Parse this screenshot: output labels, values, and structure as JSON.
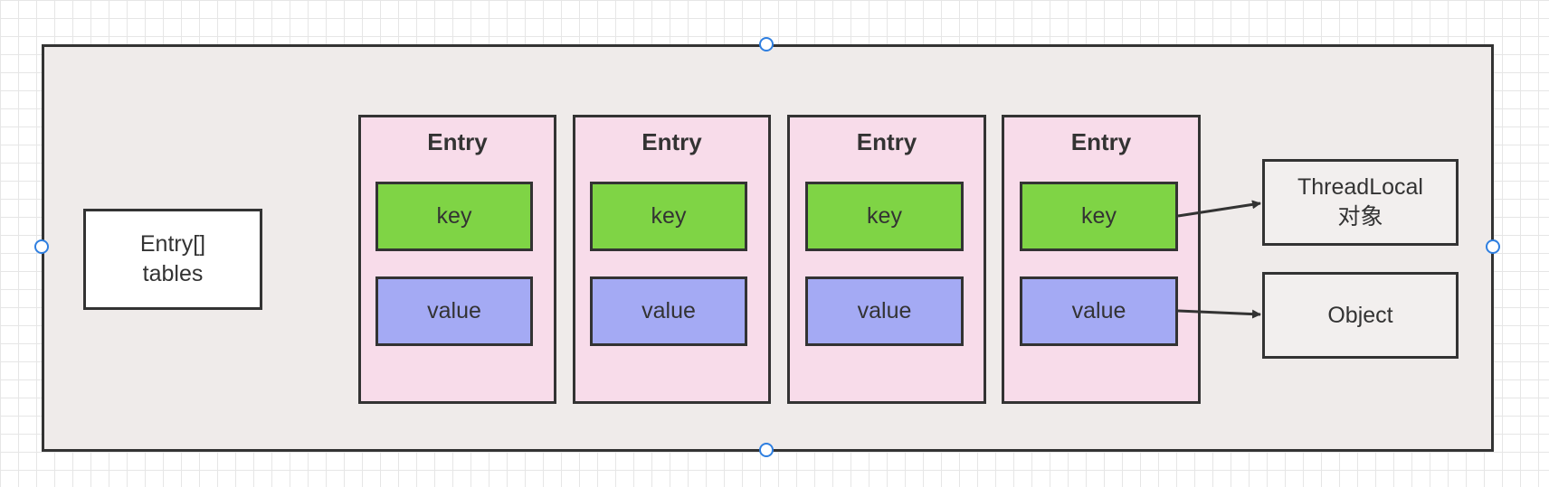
{
  "colors": {
    "container_fill": "#efebea",
    "entry_fill": "#f8dcea",
    "key_fill": "#7fd445",
    "value_fill": "#a4aaf4",
    "stroke": "#333333",
    "selection_handle": "#2f7fe0"
  },
  "diagram": {
    "table_label": "Entry[]\ntables",
    "entries": [
      {
        "title": "Entry",
        "key": "key",
        "value": "value"
      },
      {
        "title": "Entry",
        "key": "key",
        "value": "value"
      },
      {
        "title": "Entry",
        "key": "key",
        "value": "value"
      },
      {
        "title": "Entry",
        "key": "key",
        "value": "value"
      }
    ],
    "targets": {
      "threadlocal": "ThreadLocal\n对象",
      "object": "Object"
    }
  }
}
